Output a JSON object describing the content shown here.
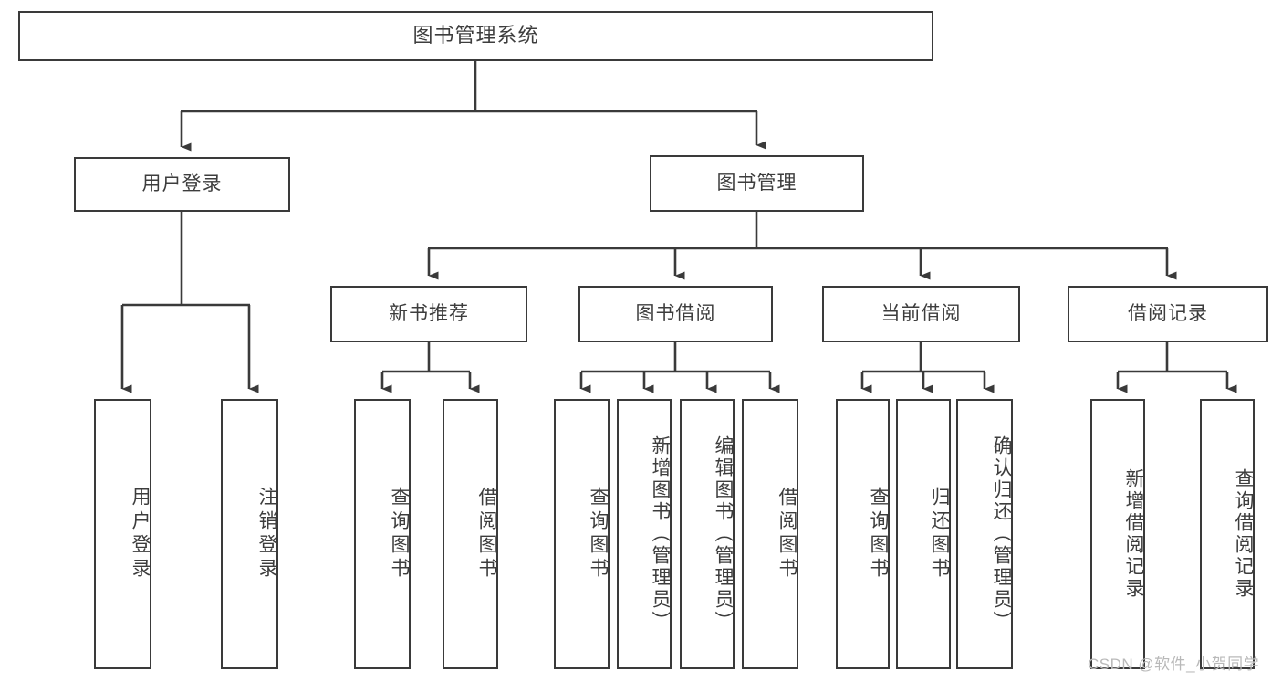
{
  "diagram": {
    "type": "tree-hierarchy-diagram",
    "root": {
      "id": "root",
      "label": "图书管理系统"
    },
    "level2": [
      {
        "id": "user-login",
        "label": "用户登录"
      },
      {
        "id": "book-management",
        "label": "图书管理"
      }
    ],
    "level3": [
      {
        "id": "new-book-recommend",
        "label": "新书推荐",
        "parent": "book-management"
      },
      {
        "id": "book-borrow",
        "label": "图书借阅",
        "parent": "book-management"
      },
      {
        "id": "current-borrow",
        "label": "当前借阅",
        "parent": "book-management"
      },
      {
        "id": "borrow-record",
        "label": "借阅记录",
        "parent": "book-management"
      }
    ],
    "leaves": [
      {
        "id": "leaf-user-login",
        "label": "用户登录",
        "parent": "user-login"
      },
      {
        "id": "leaf-logout-login",
        "label": "注销登录",
        "parent": "user-login"
      },
      {
        "id": "leaf-query-book-1",
        "label": "查询图书",
        "parent": "new-book-recommend"
      },
      {
        "id": "leaf-borrow-book-1",
        "label": "借阅图书",
        "parent": "new-book-recommend"
      },
      {
        "id": "leaf-query-book-2",
        "label": "查询图书",
        "parent": "book-borrow"
      },
      {
        "id": "leaf-add-book",
        "label": "新增图书（管理员）",
        "parent": "book-borrow"
      },
      {
        "id": "leaf-edit-book",
        "label": "编辑图书（管理员）",
        "parent": "book-borrow"
      },
      {
        "id": "leaf-borrow-book-2",
        "label": "借阅图书",
        "parent": "book-borrow"
      },
      {
        "id": "leaf-query-book-3",
        "label": "查询图书",
        "parent": "current-borrow"
      },
      {
        "id": "leaf-return-book",
        "label": "归还图书",
        "parent": "current-borrow"
      },
      {
        "id": "leaf-confirm-return",
        "label": "确认归还（管理员）",
        "parent": "current-borrow"
      },
      {
        "id": "leaf-add-record",
        "label": "新增借阅记录",
        "parent": "borrow-record"
      },
      {
        "id": "leaf-query-record",
        "label": "查询借阅记录",
        "parent": "borrow-record"
      }
    ],
    "colors": {
      "box_border": "#3a3a3a",
      "box_fill": "#ffffff",
      "text": "#3d3d3d",
      "connector": "#3a3a3a",
      "watermark": "#b9b9b9",
      "background": "#ffffff"
    }
  },
  "watermark": {
    "text": "CSDN @软件_小贺同学"
  }
}
